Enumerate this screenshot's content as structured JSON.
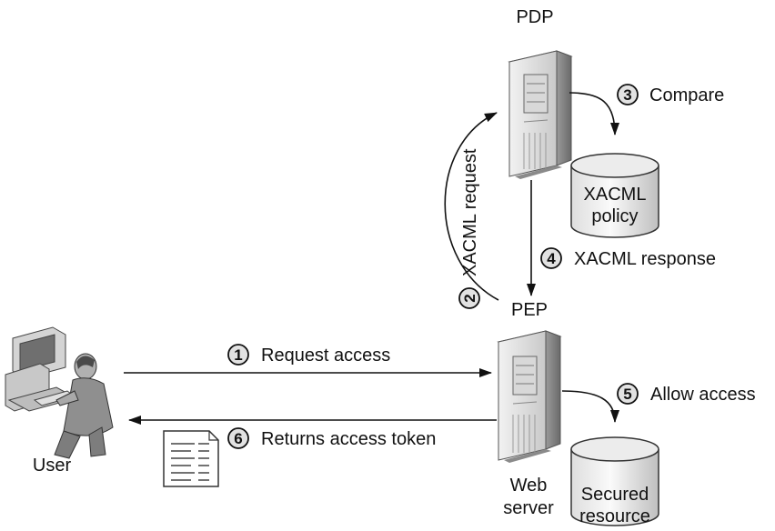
{
  "nodes": {
    "pdp_label": "PDP",
    "pep_label": "PEP",
    "web_server_line1": "Web",
    "web_server_line2": "server",
    "user_label": "User",
    "xacml_policy_line1": "XACML",
    "xacml_policy_line2": "policy",
    "secured_resource_line1": "Secured",
    "secured_resource_line2": "resource"
  },
  "steps": [
    {
      "number": "1",
      "label": "Request access"
    },
    {
      "number": "2",
      "label": "XACML request"
    },
    {
      "number": "3",
      "label": "Compare"
    },
    {
      "number": "4",
      "label": "XACML response"
    },
    {
      "number": "5",
      "label": "Allow access"
    },
    {
      "number": "6",
      "label": "Returns access token"
    }
  ]
}
